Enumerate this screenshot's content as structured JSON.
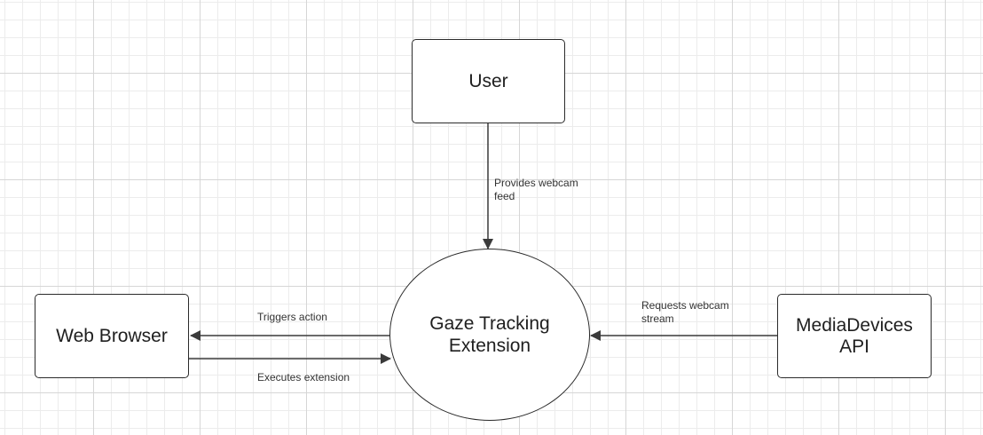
{
  "nodes": {
    "user": {
      "label": "User"
    },
    "gaze_extension": {
      "label": "Gaze Tracking Extension"
    },
    "web_browser": {
      "label": "Web Browser"
    },
    "mediadevices_api": {
      "label": "MediaDevices API"
    }
  },
  "edges": {
    "user_to_extension": {
      "label": "Provides webcam feed"
    },
    "extension_to_browser": {
      "label": "Triggers action"
    },
    "browser_to_extension": {
      "label": "Executes extension"
    },
    "extension_to_api": {
      "label": "Requests webcam stream"
    }
  },
  "colors": {
    "stroke": "#2b2b2b",
    "background": "#ffffff",
    "grid": "#d6d6d6"
  }
}
